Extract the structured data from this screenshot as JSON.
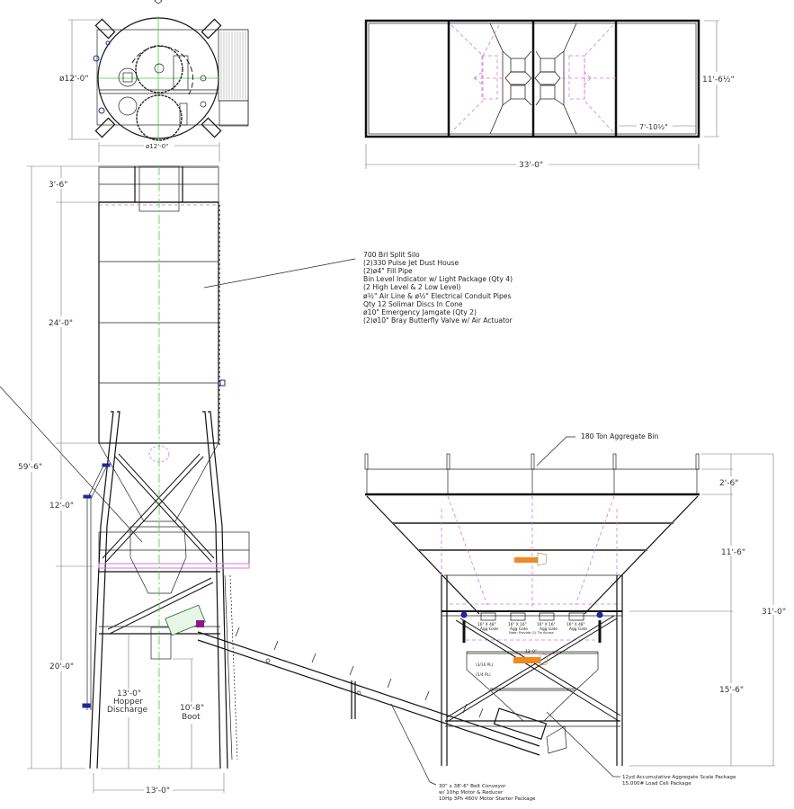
{
  "drawing": {
    "top_plan_view": {
      "diameter_vertical": "ø12'-0\"",
      "diameter_horizontal": "ø12'-0\""
    },
    "aggregate_bin_plan_view": {
      "width_dim": "33'-0\"",
      "depth_dim": "11'-6½\"",
      "bay_dim": "7'-10½\""
    },
    "silo_elevation": {
      "dims": {
        "top_rail": "3'-6\"",
        "barrel": "24'-0\"",
        "overall": "59'-6\"",
        "cone": "12'-0\"",
        "leg": "20'-0\"",
        "hopper_discharge_value": "13'-0\"",
        "hopper_discharge_label_1": "Hopper",
        "hopper_discharge_label_2": "Discharge",
        "boot_value": "10'-8\"",
        "boot_label": "Boot",
        "base_width": "13'-0\""
      }
    },
    "silo_callout": {
      "lines": [
        "700 Brl Split Silo",
        "(2)330 Pulse Jet Dust House",
        "(2)ø4\" Fill Pipe",
        "Bin Level Indicator w/ Light Package (Qty 4)",
        "(2 High Level & 2 Low Level)",
        "ø½\" Air Line & ø½\" Electrical Conduit Pipes",
        "Qty 12 Solimar Discs In Cone",
        "ø10\" Emergency Jamgate (Qty 2)",
        "(2)ø10\" Bray Butterfly Valve w/ Air Actuator"
      ]
    },
    "aggregate_bin_elevation": {
      "callout": "180 Ton Aggregate Bin",
      "dims": {
        "top_rail": "2'-6\"",
        "hopper": "11'-6\"",
        "overall": "31'-0\"",
        "leg": "15'-6\""
      },
      "gates": [
        {
          "size": "16\" X 48\"",
          "label": "Agg Gate"
        },
        {
          "size": "16\" X 16\"",
          "label": "Agg Gate"
        },
        {
          "size": "16\" X 16\"",
          "label": "Agg Gate"
        },
        {
          "size": "16\" X 48\"",
          "label": "Agg Gate"
        }
      ],
      "gate_note": "Note: Provide (1) Tie Across",
      "scale_width": "13'-0\"",
      "plate_upper": "(3/16 PL)",
      "plate_lower": "(1/4 PL)"
    },
    "conveyor_callout": {
      "lines": [
        "30\" x 38'-6\" Belt Conveyor",
        "w/ 10hp Motor & Reducer",
        "10Hp 3Ph 460V Motor Starter Package"
      ]
    },
    "scale_callout": {
      "lines": [
        "12yd Accumulative Aggregate Scale Package",
        "15,000# Load Cell Package"
      ]
    },
    "colors": {
      "centerline": "#3fd33f",
      "hidden": "#d47ad4",
      "hardware": "#1a2a9a",
      "logo": "#f08a1c"
    }
  }
}
